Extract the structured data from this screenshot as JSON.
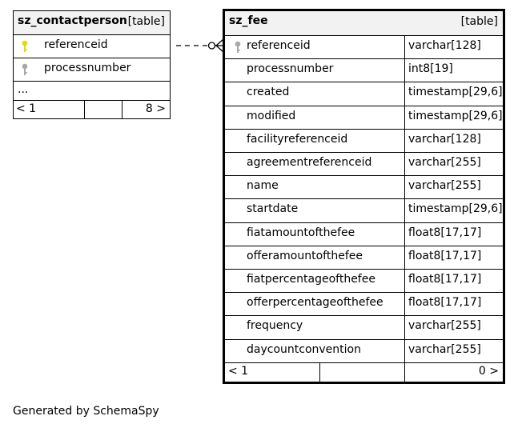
{
  "contact_table": {
    "name": "sz_contactperson",
    "kind": "[table]",
    "columns": [
      {
        "name": "referenceid",
        "key": "primary"
      },
      {
        "name": "processnumber",
        "key": "foreign"
      }
    ],
    "more": "...",
    "footer_left": "< 1",
    "footer_right": "8 >"
  },
  "fee_table": {
    "name": "sz_fee",
    "kind": "[table]",
    "columns": [
      {
        "name": "referenceid",
        "type": "varchar[128]",
        "key": "foreign"
      },
      {
        "name": "processnumber",
        "type": "int8[19]"
      },
      {
        "name": "created",
        "type": "timestamp[29,6]"
      },
      {
        "name": "modified",
        "type": "timestamp[29,6]"
      },
      {
        "name": "facilityreferenceid",
        "type": "varchar[128]"
      },
      {
        "name": "agreementreferenceid",
        "type": "varchar[255]"
      },
      {
        "name": "name",
        "type": "varchar[255]"
      },
      {
        "name": "startdate",
        "type": "timestamp[29,6]"
      },
      {
        "name": "fiatamountofthefee",
        "type": "float8[17,17]"
      },
      {
        "name": "offeramountofthefee",
        "type": "float8[17,17]"
      },
      {
        "name": "fiatpercentageofthefee",
        "type": "float8[17,17]"
      },
      {
        "name": "offerpercentageofthefee",
        "type": "float8[17,17]"
      },
      {
        "name": "frequency",
        "type": "varchar[255]"
      },
      {
        "name": "daycountconvention",
        "type": "varchar[255]"
      }
    ],
    "footer_left": "< 1",
    "footer_right": "0 >"
  },
  "footer": "Generated by SchemaSpy",
  "colors": {
    "primary_key": "#e6d800",
    "foreign_key": "#a8a8a8",
    "header_bg": "#f2f2f2"
  }
}
